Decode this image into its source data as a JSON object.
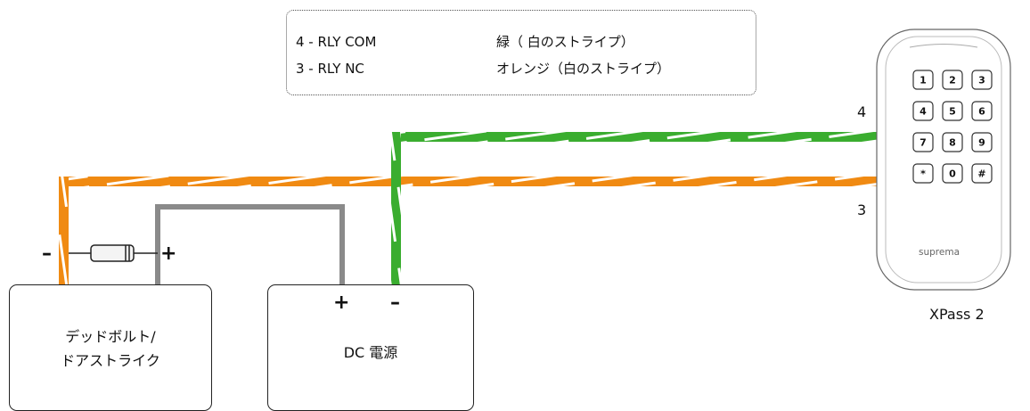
{
  "legend": {
    "rows": [
      {
        "pin": "4 - RLY COM",
        "color": "緑（ 白のストライプ）"
      },
      {
        "pin": "3 - RLY NC",
        "color": "オレンジ（白のストライプ）"
      }
    ]
  },
  "lock": {
    "line1": "デッドボルト/",
    "line2": "ドアストライク"
  },
  "power": {
    "label": "DC 電源",
    "plus": "+",
    "minus": "–"
  },
  "diode": {
    "minus": "–",
    "plus": "+"
  },
  "device": {
    "name": "XPass 2",
    "brand": "suprema",
    "keys": [
      "1",
      "2",
      "3",
      "4",
      "5",
      "6",
      "7",
      "8",
      "9",
      "*",
      "0",
      "#"
    ]
  },
  "wires": {
    "green_number": "4",
    "orange_number": "3"
  },
  "colors": {
    "green": "#3aad2f",
    "orange": "#f08a12",
    "gray": "#8a8a8a"
  }
}
